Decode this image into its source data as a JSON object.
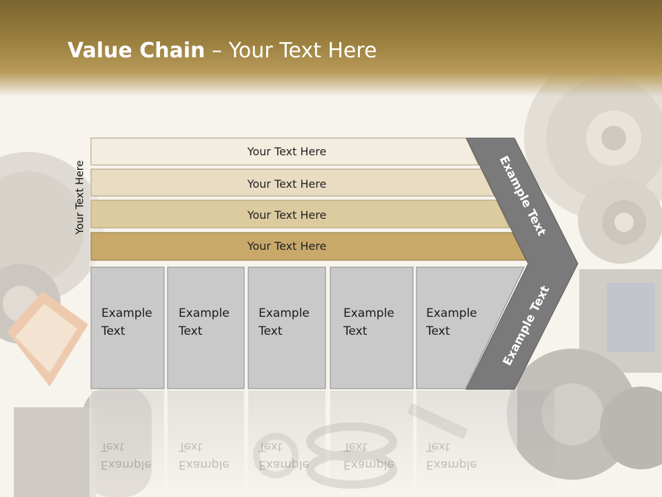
{
  "title": {
    "bold": "Value Chain",
    "rest": " – Your Text Here"
  },
  "side_label": "Your Text Here",
  "bands": [
    {
      "label": "Your Text Here",
      "color": "#f3ede0"
    },
    {
      "label": "Your Text Here",
      "color": "#e9dcc2"
    },
    {
      "label": "Your Text Here",
      "color": "#dccb9f"
    },
    {
      "label": "Your Text Here",
      "color": "#c8a96a"
    }
  ],
  "cells": [
    {
      "line1": "Example",
      "line2": "Text"
    },
    {
      "line1": "Example",
      "line2": "Text"
    },
    {
      "line1": "Example",
      "line2": "Text"
    },
    {
      "line1": "Example",
      "line2": "Text"
    },
    {
      "line1": "Example",
      "line2": "Text"
    }
  ],
  "chevron": {
    "top_label": "Example Text",
    "bottom_label": "Example Text"
  },
  "colors": {
    "header": "#8e7438",
    "cell": "#c9c9c9",
    "chevron": "#7a7a7a"
  }
}
